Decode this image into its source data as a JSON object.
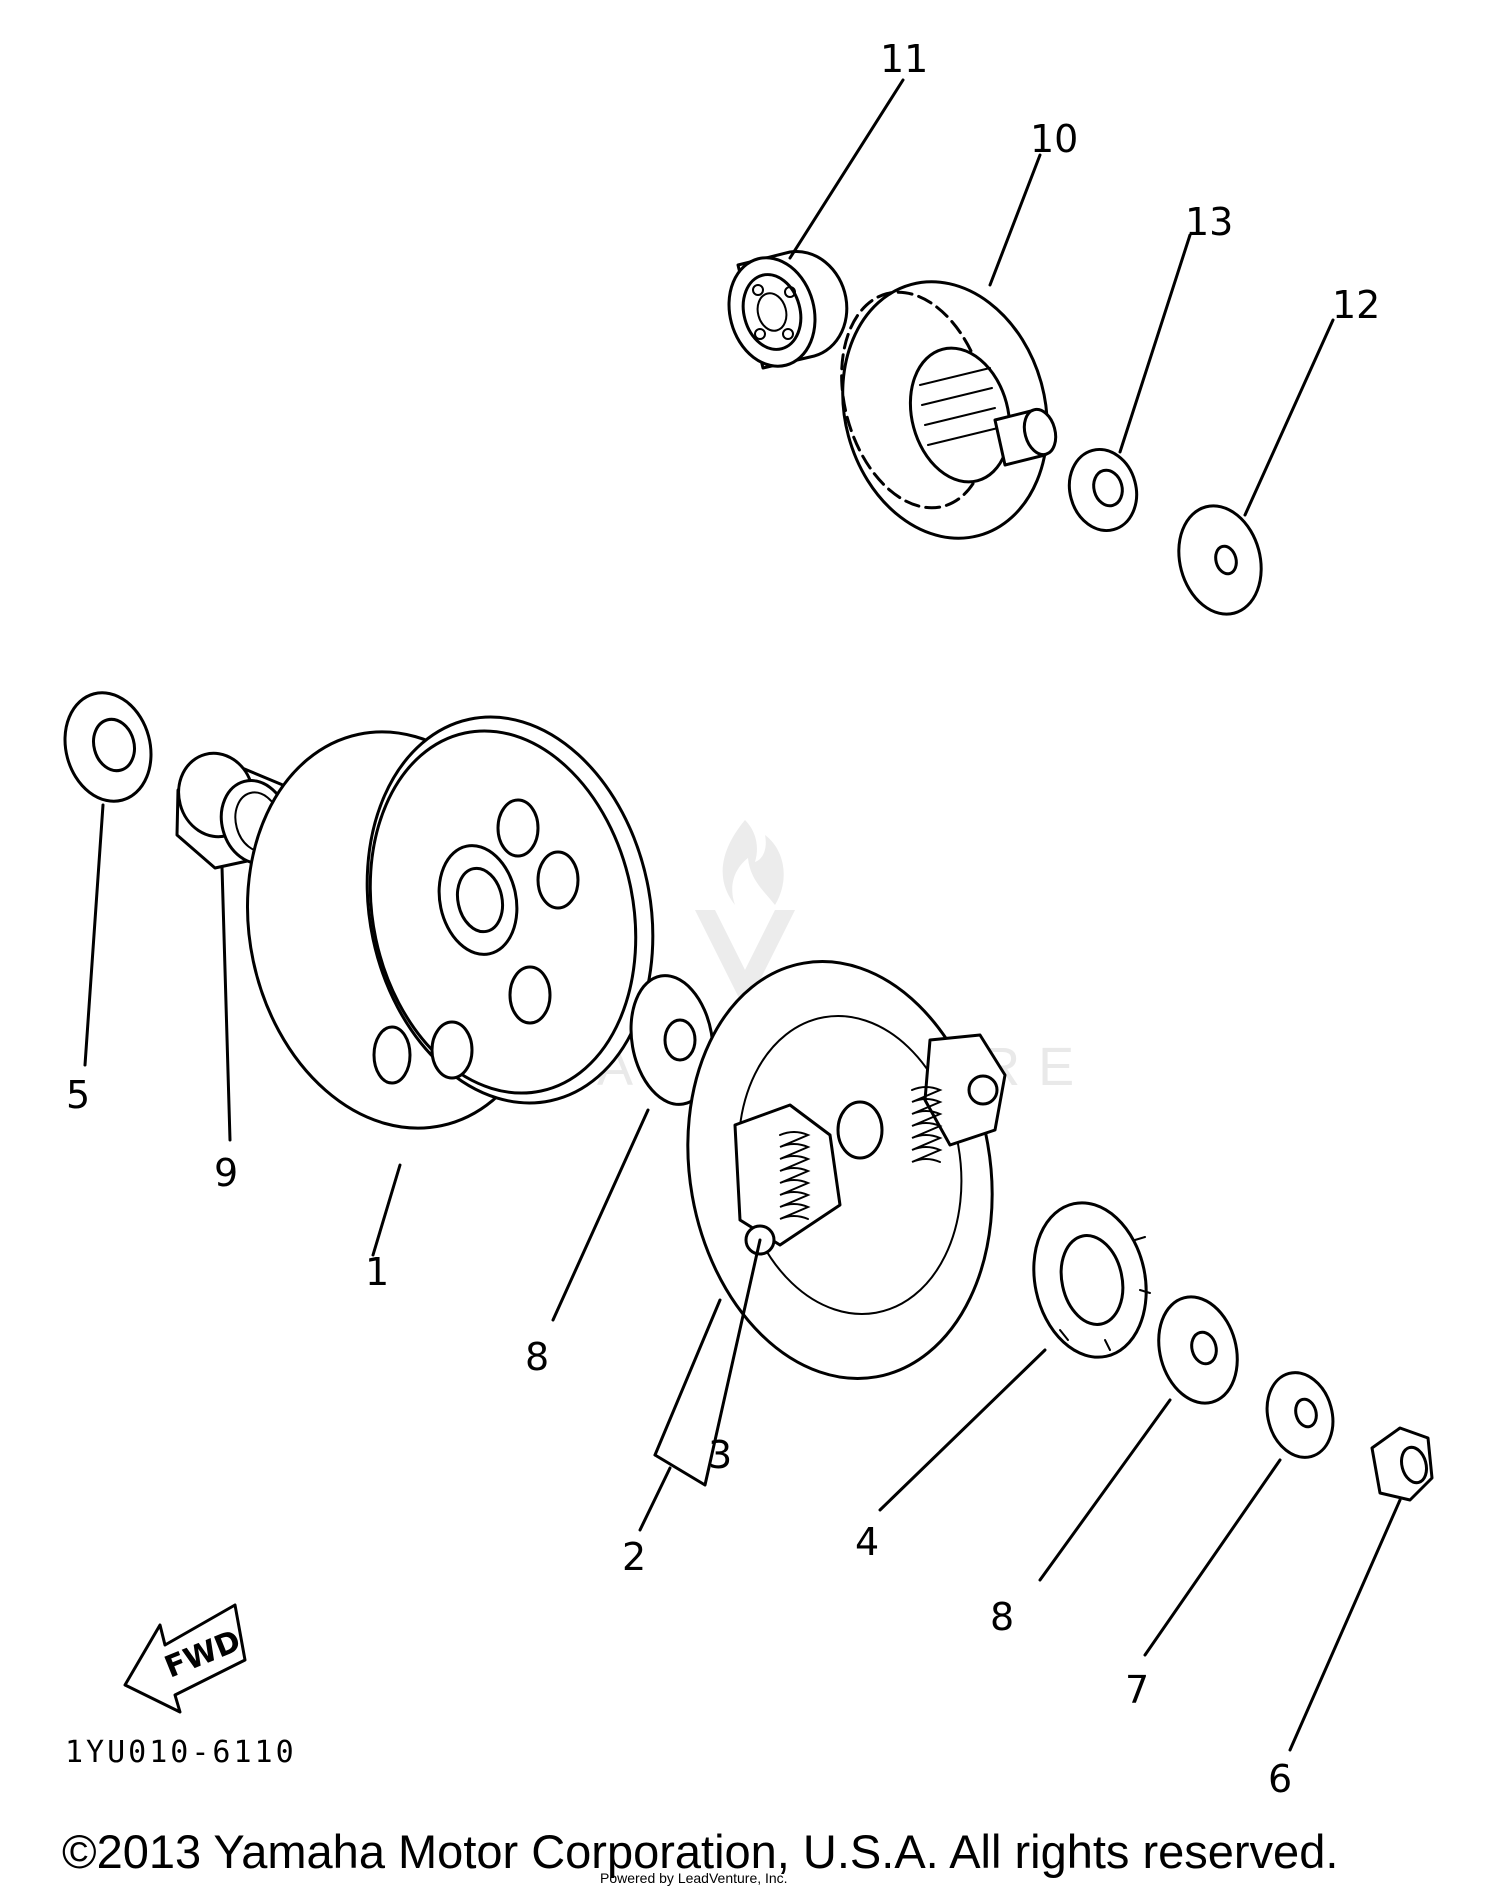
{
  "diagram": {
    "callouts": [
      {
        "id": "c11",
        "label": "11"
      },
      {
        "id": "c10",
        "label": "10"
      },
      {
        "id": "c13",
        "label": "13"
      },
      {
        "id": "c12",
        "label": "12"
      },
      {
        "id": "c5",
        "label": "5"
      },
      {
        "id": "c9",
        "label": "9"
      },
      {
        "id": "c1",
        "label": "1"
      },
      {
        "id": "c8a",
        "label": "8"
      },
      {
        "id": "c3",
        "label": "3"
      },
      {
        "id": "c2",
        "label": "2"
      },
      {
        "id": "c4",
        "label": "4"
      },
      {
        "id": "c8b",
        "label": "8"
      },
      {
        "id": "c7",
        "label": "7"
      },
      {
        "id": "c6",
        "label": "6"
      }
    ],
    "fwd_label": "FWD",
    "figure_code": "1YU010-6110",
    "copyright": "©2013 Yamaha Motor Corporation, U.S.A. All rights reserved.",
    "credit": "Powered by LeadVenture, Inc.",
    "watermark": "LEADVENTURE",
    "logo_icon": "leadventure-flame-logo"
  }
}
